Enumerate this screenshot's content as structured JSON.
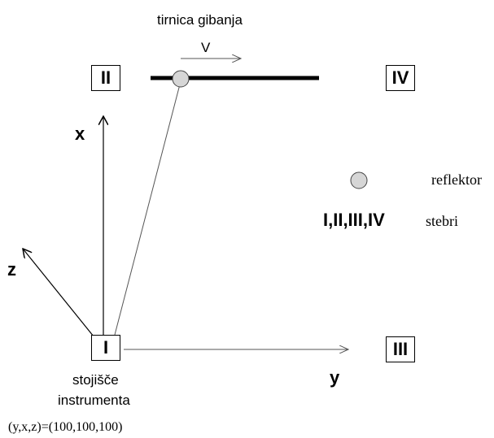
{
  "diagram": {
    "trajectory_label": "tirnica gibanja",
    "velocity_label": "V",
    "pillars": {
      "p1": "I",
      "p2": "II",
      "p3": "III",
      "p4": "IV"
    },
    "axes": {
      "x": "x",
      "y": "y",
      "z": "z"
    },
    "legend": {
      "reflector_label": "reflektor",
      "pillars_symbols": "I,II,III,IV",
      "pillars_label": "stebri"
    },
    "station": {
      "line1": "stojišče",
      "line2": "instrumenta",
      "coordinates": "(y,x,z)=(100,100,100)"
    },
    "colors": {
      "line": "#000000",
      "thin_line": "#555555",
      "reflector_fill": "#d6d6d6"
    }
  }
}
